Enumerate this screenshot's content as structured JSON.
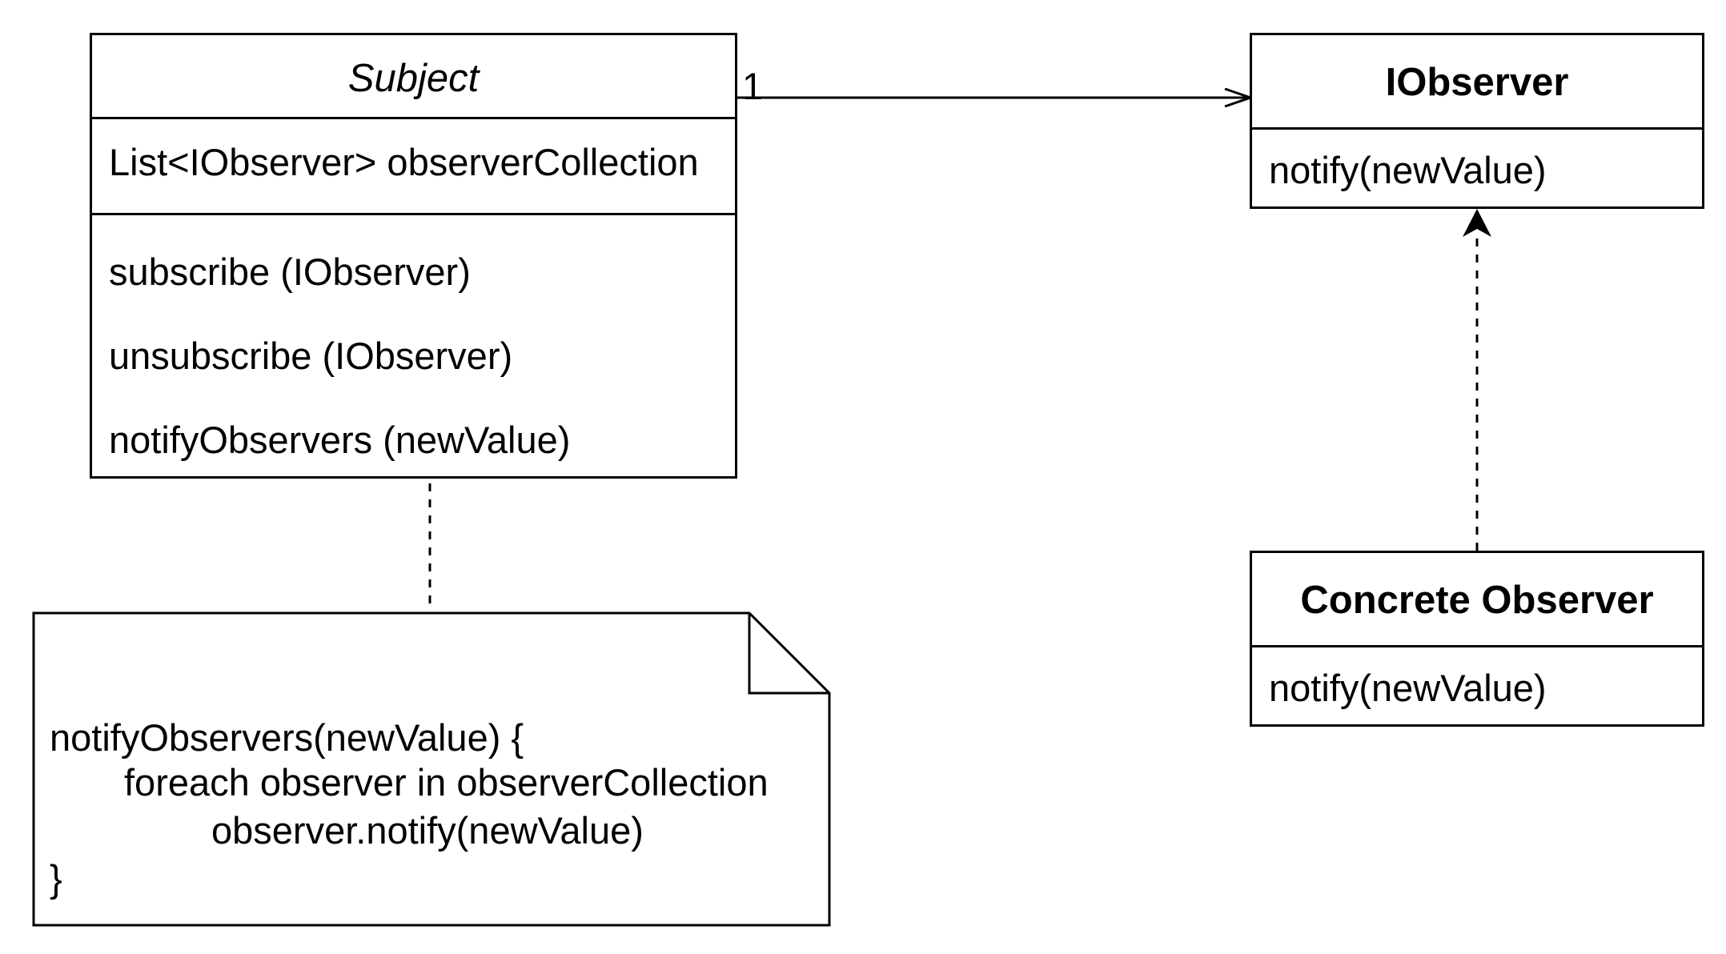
{
  "subject": {
    "name": "Subject",
    "attributes": [
      "List<IObserver> observerCollection"
    ],
    "operations": [
      "subscribe (IObserver)",
      "unsubscribe (IObserver)",
      "notifyObservers (newValue)"
    ]
  },
  "iobserver": {
    "name": "IObserver",
    "operations": [
      "notify(newValue)"
    ]
  },
  "concrete_observer": {
    "name": "Concrete Observer",
    "operations": [
      "notify(newValue)"
    ]
  },
  "association": {
    "multiplicity": "1"
  },
  "note": {
    "lines": [
      "notifyObservers(newValue) {",
      "foreach observer in observerCollection",
      "observer.notify(newValue)",
      "}"
    ]
  }
}
